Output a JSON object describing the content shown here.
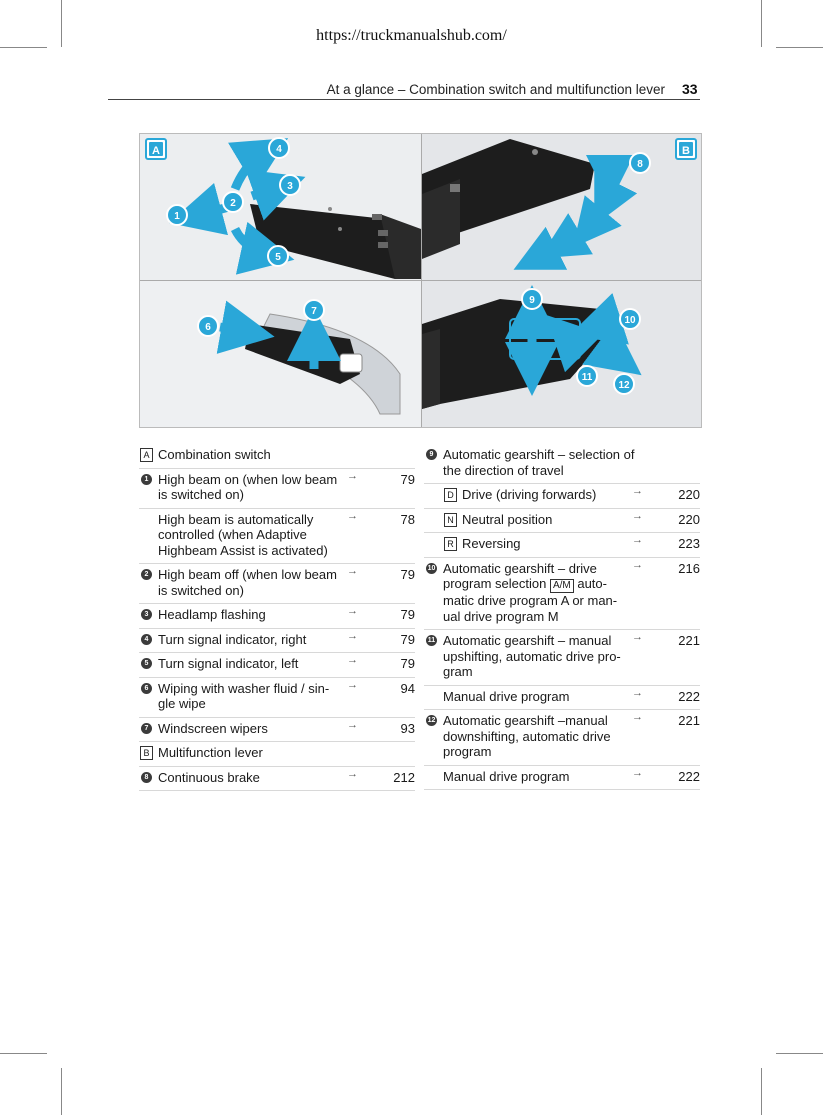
{
  "url": "https://truckmanualshub.com/",
  "header": {
    "title": "At a glance – Combination switch and multifunction lever",
    "page_number": "33"
  },
  "figure": {
    "panel_labels": [
      "A",
      "B"
    ],
    "callouts": [
      "1",
      "2",
      "3",
      "4",
      "5",
      "6",
      "7",
      "8",
      "9",
      "10",
      "11",
      "12"
    ]
  },
  "colors": {
    "callout": "#1aa3d6",
    "panel_label": "#1aa3d6",
    "lever": "#1c1c1c"
  },
  "left_items": [
    {
      "marker": "A",
      "marker_type": "box",
      "text": "Combination switch",
      "page": ""
    },
    {
      "marker": "1",
      "marker_type": "circle",
      "text": "High beam on (when low beam is switched on)",
      "page": "79"
    },
    {
      "marker": "",
      "marker_type": "none",
      "text": "High beam is automatically controlled (when Adaptive Highbeam Assist is activated)",
      "page": "78"
    },
    {
      "marker": "2",
      "marker_type": "circle",
      "text": "High beam off (when low beam is switched on)",
      "page": "79"
    },
    {
      "marker": "3",
      "marker_type": "circle",
      "text": "Headlamp flashing",
      "page": "79"
    },
    {
      "marker": "4",
      "marker_type": "circle",
      "text": "Turn signal indicator, right",
      "page": "79"
    },
    {
      "marker": "5",
      "marker_type": "circle",
      "text": "Turn signal indicator, left",
      "page": "79"
    },
    {
      "marker": "6",
      "marker_type": "circle",
      "text": "Wiping with washer fluid / sin-gle wipe",
      "page": "94"
    },
    {
      "marker": "7",
      "marker_type": "circle",
      "text": "Windscreen wipers",
      "page": "93"
    },
    {
      "marker": "B",
      "marker_type": "box",
      "text": "Multifunction lever",
      "page": ""
    },
    {
      "marker": "8",
      "marker_type": "circle",
      "text": "Continuous brake",
      "page": "212"
    }
  ],
  "right_items": [
    {
      "marker": "9",
      "marker_type": "circle",
      "text": "Automatic gearshift – selection of the direction of travel",
      "page": "",
      "indent": false
    },
    {
      "marker": "D",
      "marker_type": "box",
      "text": "Drive (driving forwards)",
      "page": "220",
      "indent": true
    },
    {
      "marker": "N",
      "marker_type": "box",
      "text": "Neutral position",
      "page": "220",
      "indent": true
    },
    {
      "marker": "R",
      "marker_type": "box",
      "text": "Reversing",
      "page": "223",
      "indent": true
    },
    {
      "marker": "10",
      "marker_type": "circle",
      "text_before": "Automatic gearshift – drive program selection ",
      "inline_box": "A/M",
      "text_after": " auto-matic drive program A or man-ual drive program M",
      "page": "216",
      "indent": false
    },
    {
      "marker": "11",
      "marker_type": "circle",
      "text": "Automatic gearshift – manual upshifting, automatic drive pro-gram",
      "page": "221",
      "indent": false
    },
    {
      "marker": "",
      "marker_type": "none",
      "text": "Manual drive program",
      "page": "222",
      "indent": false
    },
    {
      "marker": "12",
      "marker_type": "circle",
      "text": "Automatic gearshift –manual downshifting, automatic drive program",
      "page": "221",
      "indent": false
    },
    {
      "marker": "",
      "marker_type": "none",
      "text": "Manual drive program",
      "page": "222",
      "indent": false
    }
  ],
  "arrow_symbol": "→"
}
